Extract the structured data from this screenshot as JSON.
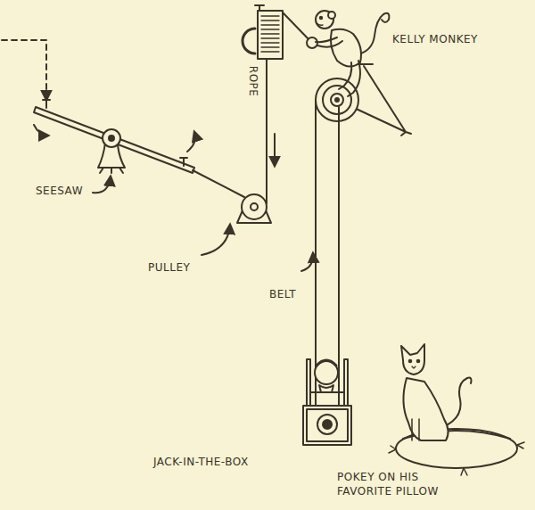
{
  "diagram": {
    "labels": [
      "KELLY MONKEY",
      "ROPE",
      "SEESAW",
      "PULLEY",
      "BELT",
      "JACK-IN-THE-BOX",
      "POKEY ON HIS FAVORITE PILLOW"
    ]
  }
}
